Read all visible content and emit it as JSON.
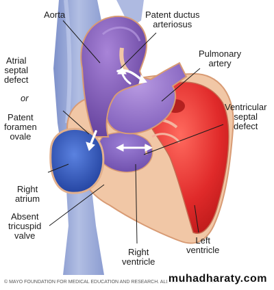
{
  "labels": {
    "aorta": "Aorta",
    "patent_ductus_1": "Patent ductus",
    "patent_ductus_2": "arteriosus",
    "pulmonary_1": "Pulmonary",
    "pulmonary_2": "artery",
    "atrial_1": "Atrial",
    "atrial_2": "septal",
    "atrial_3": "defect",
    "or": "or",
    "foramen_1": "Patent",
    "foramen_2": "foramen",
    "foramen_3": "ovale",
    "vsd_1": "Ventricular",
    "vsd_2": "septal",
    "vsd_3": "defect",
    "right_atrium_1": "Right",
    "right_atrium_2": "atrium",
    "absent_1": "Absent",
    "absent_2": "tricuspid",
    "absent_3": "valve",
    "right_ventricle_1": "Right",
    "right_ventricle_2": "ventricle",
    "left_ventricle_1": "Left",
    "left_ventricle_2": "ventricle"
  },
  "footer": {
    "copyright": "© MAYO FOUNDATION FOR MEDICAL EDUCATION AND RESEARCH. ALL RIGHTS RESERVED.",
    "watermark": "muhadharaty.com"
  },
  "colors": {
    "vessel_blue": "#8a9bd0",
    "aorta_purple": "#7a52b0",
    "heart_tan": "#f1c7a6",
    "left_red": "#e0282a",
    "right_atrium_blue": "#2f55b8"
  }
}
